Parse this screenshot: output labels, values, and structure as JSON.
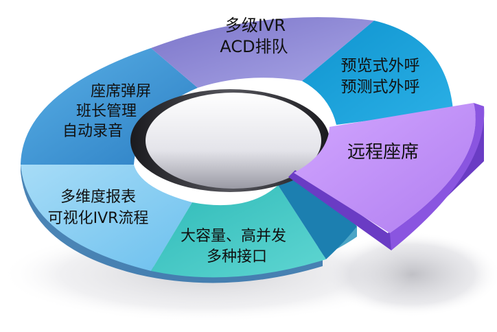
{
  "segments": [
    {
      "id": "ivr-acd",
      "lines": [
        "多级IVR",
        "ACD排队"
      ],
      "color": "#8e8ad6"
    },
    {
      "id": "outbound",
      "lines": [
        "预览式外呼",
        "预测式外呼"
      ],
      "color": "#1d9fd6"
    },
    {
      "id": "remote",
      "lines": [
        "远程座席"
      ],
      "color": "#c08ff4",
      "exploded": true
    },
    {
      "id": "capacity",
      "lines": [
        "大容量、高并发",
        "多种接口"
      ],
      "color": "#3cc6c4"
    },
    {
      "id": "reports",
      "lines": [
        "多维度报表",
        "可视化IVR流程"
      ],
      "color": "#8fd0f2"
    },
    {
      "id": "agent-features",
      "lines": [
        "座席弹屏",
        "班长管理",
        "自动录音"
      ],
      "color": "#3d9ad8"
    }
  ]
}
